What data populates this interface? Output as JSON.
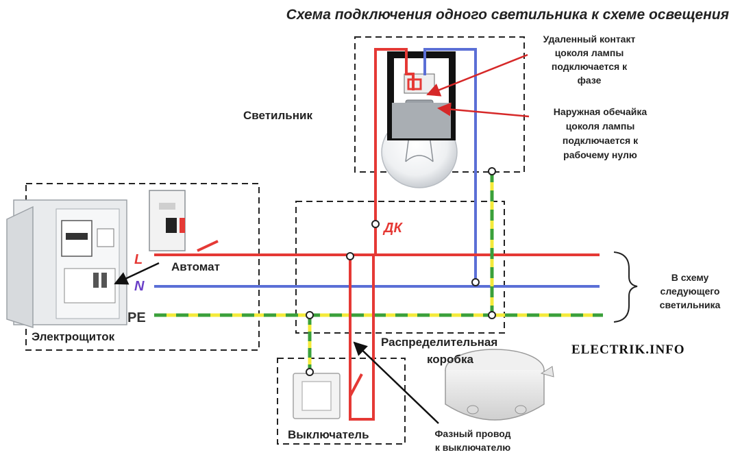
{
  "title": "Схема подключения одного светильника к схеме освещения",
  "labels": {
    "lamp": "Светильник",
    "panel": "Электрощиток",
    "breaker": "Автомат",
    "dk": "ДК",
    "junction_box_line1": "Распределительная",
    "junction_box_line2": "коробка",
    "switch": "Выключатель",
    "wire_L": "L",
    "wire_N": "N",
    "wire_PE": "PE",
    "brand": "ELECTRIK.INFO"
  },
  "notes": {
    "remote_contact": [
      "Удаленный контакт",
      "цоколя лампы",
      "подключается к",
      "фазе"
    ],
    "outer_shell": [
      "Наружная обечайка",
      "цоколя лампы",
      "подключается к",
      "рабочему нулю"
    ],
    "next_lamp": [
      "В схему",
      "следующего",
      "светильника"
    ],
    "phase_wire": [
      "Фазный провод",
      "к выключателю"
    ]
  },
  "colors": {
    "phase": "#e53935",
    "neutral": "#5b6fd6",
    "pe_yellow": "#f4ea3a",
    "pe_green": "#3aa03a",
    "label_L": "#e53935",
    "label_N": "#6a3fc8",
    "label_PE": "#333333",
    "dk": "#e53935",
    "text": "#222222"
  }
}
